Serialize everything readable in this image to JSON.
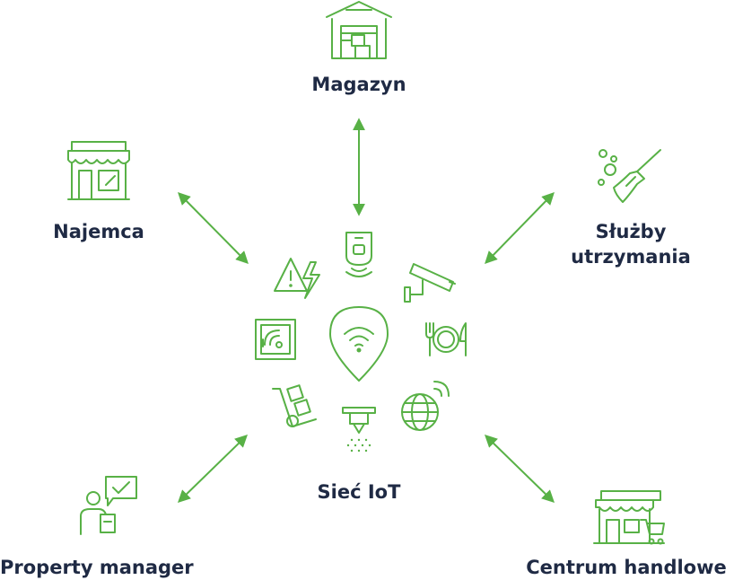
{
  "center": {
    "label": "Sieć IoT",
    "icon": "map-pin-wifi-icon"
  },
  "nodes": {
    "warehouse": {
      "label": "Magazyn",
      "icon": "warehouse-icon"
    },
    "tenant": {
      "label": "Najemca",
      "icon": "storefront-icon"
    },
    "maintenance": {
      "line1": "Służby",
      "line2": "utrzymania",
      "icon": "cleaning-broom-icon"
    },
    "property_manager": {
      "label": "Property manager",
      "icon": "manager-checklist-icon"
    },
    "mall": {
      "label": "Centrum handlowe",
      "icon": "shopping-mall-icon"
    }
  },
  "sensor_icons": [
    "electrical-hazard-icon",
    "presence-sensor-icon",
    "security-camera-icon",
    "restaurant-plate-icon",
    "wifi-globe-icon",
    "fire-sprinkler-icon",
    "hand-truck-icon",
    "beacon-icon"
  ],
  "colors": {
    "accent": "#58b146",
    "text": "#1f2a44",
    "background": "#ffffff"
  }
}
